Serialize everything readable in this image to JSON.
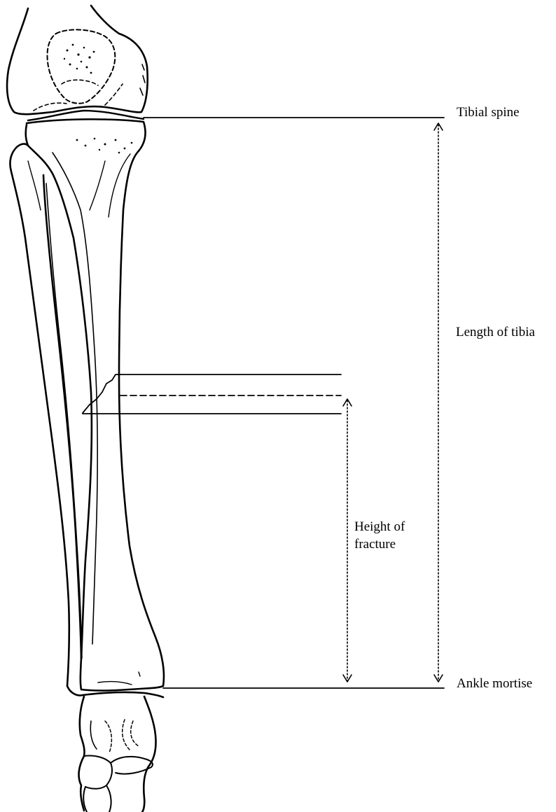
{
  "labels": {
    "tibial_spine": "Tibial spine",
    "length_of_tibia": "Length of tibia",
    "height_of_fracture_line1": "Height of",
    "height_of_fracture_line2": "fracture",
    "ankle_mortise": "Ankle mortise"
  },
  "colors": {
    "ink": "#000000",
    "background": "#ffffff"
  }
}
